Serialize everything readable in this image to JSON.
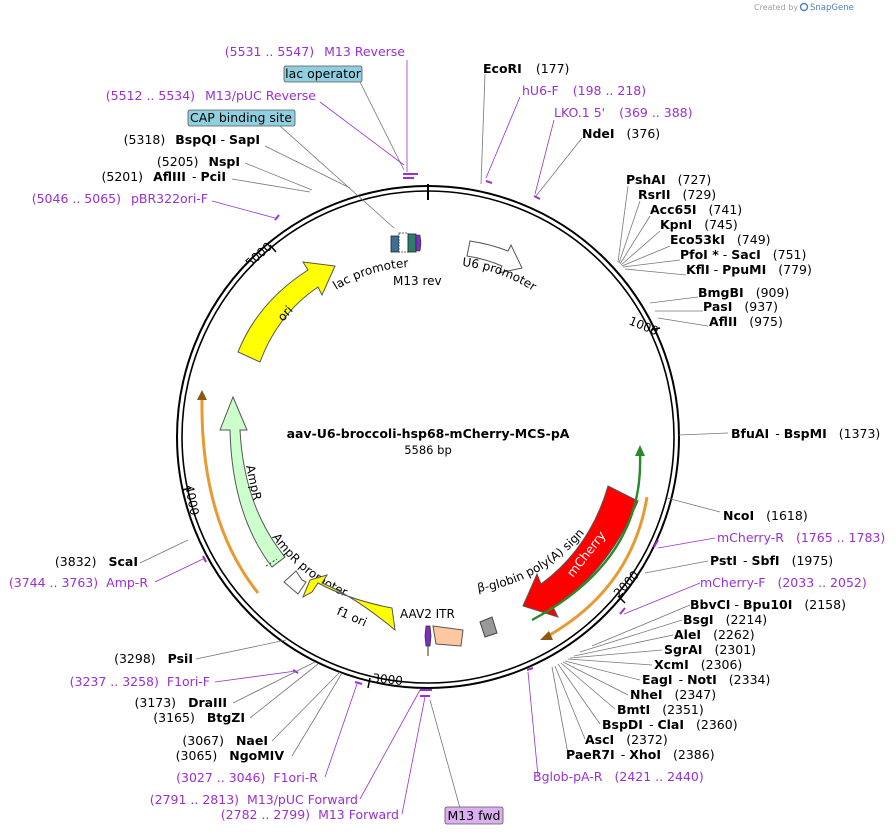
{
  "credit": {
    "prefix": "Created by",
    "brand": "SnapGene"
  },
  "plasmid": {
    "name": "aav-U6-broccoli-hsp68-mCherry-MCS-pA",
    "length_label": "5586 bp"
  },
  "ticks": [
    "1000",
    "2000",
    "3000",
    "4000",
    "5000"
  ],
  "features": {
    "u6_promoter": "U6 promoter",
    "lac_promoter": "lac promoter",
    "m13_rev": "M13 rev",
    "ori": "ori",
    "ampr": "AmpR",
    "ampr_promoter": "AmpR promoter",
    "f1_ori": "f1 ori",
    "aav2_itr": "AAV2 ITR",
    "polya": "β-globin poly(A) signal",
    "mcherry": "mCherry"
  },
  "boxed": {
    "lac_operator": "lac operator",
    "cap_site": "CAP binding site",
    "m13_fwd": "M13 fwd"
  },
  "labels": {
    "m13rev_pos": "(5531 .. 5547)",
    "m13rev_name": "M13 Reverse",
    "m13puc_rev_pos": "(5512 .. 5534)",
    "m13puc_rev_name": "M13/pUC Reverse",
    "bspqi_pos": "(5318)",
    "bspqi_name": "BspQI",
    "sapi_name": "SapI",
    "nspi_pos": "(5205)",
    "nspi_name": "NspI",
    "afliii_pos": "(5201)",
    "afliii_name": "AflIII",
    "pcii_name": "PciI",
    "pbr_pos": "(5046 .. 5065)",
    "pbr_name": "pBR322ori-F",
    "ecori_name": "EcoRI",
    "ecori_pos": "(177)",
    "hu6f_name": "hU6-F",
    "hu6f_pos": "(198 .. 218)",
    "lko_name": "LKO.1 5'",
    "lko_pos": "(369 .. 388)",
    "ndei_name": "NdeI",
    "ndei_pos": "(376)",
    "pshai_name": "PshAI",
    "pshai_pos": "(727)",
    "rsrii_name": "RsrII",
    "rsrii_pos": "(729)",
    "acc65i_name": "Acc65I",
    "acc65i_pos": "(741)",
    "kpni_name": "KpnI",
    "kpni_pos": "(745)",
    "eco53ki_name": "Eco53kI",
    "eco53ki_pos": "(749)",
    "pfoi_name": "PfoI *",
    "saci_name": "SacI",
    "saci_pos": "(751)",
    "kfli_name": "KflI",
    "ppumi_name": "PpuMI",
    "ppumi_pos": "(779)",
    "bmgbi_name": "BmgBI",
    "bmgbi_pos": "(909)",
    "pasi_name": "PasI",
    "pasi_pos": "(937)",
    "afliii2_name": "AflII",
    "afliii2_pos": "(975)",
    "bfuai_name": "BfuAI",
    "bspmi_name": "BspMI",
    "bspmi_pos": "(1373)",
    "ncoi_name": "NcoI",
    "ncoi_pos": "(1618)",
    "mcherryr_name": "mCherry-R",
    "mcherryr_pos": "(1765 .. 1783)",
    "psti_name": "PstI",
    "sbfi_name": "SbfI",
    "sbfi_pos": "(1975)",
    "mcherryf_name": "mCherry-F",
    "mcherryf_pos": "(2033 .. 2052)",
    "bbvci_name": "BbvCI",
    "bpu10i_name": "Bpu10I",
    "bpu10i_pos": "(2158)",
    "bsgi_name": "BsgI",
    "bsgi_pos": "(2214)",
    "alei_name": "AleI",
    "alei_pos": "(2262)",
    "sgrai_name": "SgrAI",
    "sgrai_pos": "(2301)",
    "xcmi_name": "XcmI",
    "xcmi_pos": "(2306)",
    "eagi_name": "EagI",
    "noti_name": "NotI",
    "noti_pos": "(2334)",
    "nhei_name": "NheI",
    "nhei_pos": "(2347)",
    "bmti_name": "BmtI",
    "bmti_pos": "(2351)",
    "bspdi_name": "BspDI",
    "clai_name": "ClaI",
    "clai_pos": "(2360)",
    "asci_name": "AscI",
    "asci_pos": "(2372)",
    "paer7i_name": "PaeR7I",
    "xhoi_name": "XhoI",
    "xhoi_pos": "(2386)",
    "bglob_name": "Bglob-pA-R",
    "bglob_pos": "(2421 .. 2440)",
    "scai_pos": "(3832)",
    "scai_name": "ScaI",
    "ampr_pos": "(3744 .. 3763)",
    "ampr_name": "Amp-R",
    "psii_pos": "(3298)",
    "psii_name": "PsiI",
    "f1orif_pos": "(3237 .. 3258)",
    "f1orif_name": "F1ori-F",
    "draiii_pos": "(3173)",
    "draiii_name": "DraIII",
    "btgzi_pos": "(3165)",
    "btgzi_name": "BtgZI",
    "naei_pos": "(3067)",
    "naei_name": "NaeI",
    "ngomiv_pos": "(3065)",
    "ngomiv_name": "NgoMIV",
    "f1orir_pos": "(3027 .. 3046)",
    "f1orir_name": "F1ori-R",
    "m13puc_fwd_pos": "(2791 .. 2813)",
    "m13puc_fwd_name": "M13/pUC Forward",
    "m13fwd_pos": "(2782 .. 2799)",
    "m13fwd_name": "M13 Forward"
  },
  "colors": {
    "backbone": "#000000",
    "primer": "#9b30d0",
    "ori": "#ffff00",
    "ampr": "#ccffcc",
    "mcherry": "#ff0000",
    "f1ori": "#ffff00",
    "itr": "#ffc8a0",
    "polya": "#999999",
    "lac_box": "#8fd0e0",
    "m13fwd_box": "#dcb0f0",
    "orf_orange": "#e89a30",
    "orf_green": "#2a8a2a"
  }
}
